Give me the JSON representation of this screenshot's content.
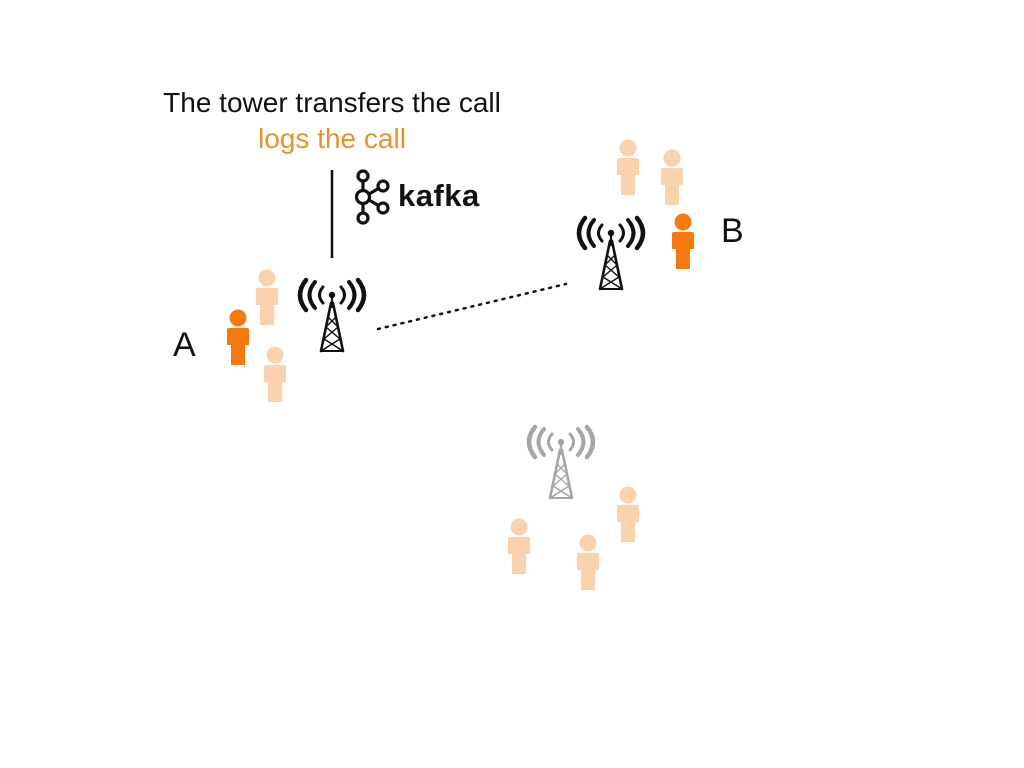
{
  "caption": {
    "line1": "The tower transfers the call",
    "line2": "logs the call"
  },
  "labels": {
    "a": "A",
    "b": "B"
  },
  "kafka": {
    "wordmark": "kafka",
    "icon": "kafka-logo-icon"
  },
  "icons": {
    "tower": "cell-tower-icon",
    "person": "person-icon"
  },
  "colors": {
    "text": "#111111",
    "accent": "#E8932A",
    "caller": "#F47A0F",
    "bystander": "#FAD2AD",
    "inactive_tower": "#A6A6A6",
    "tower": "#111111"
  }
}
